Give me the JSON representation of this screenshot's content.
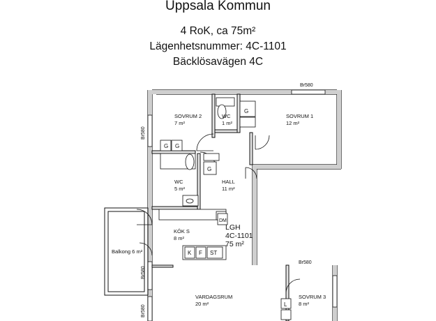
{
  "header": {
    "title": "Uppsala Kommun",
    "line1": "4 RoK, ca 75m²",
    "line2": "Lägenhetsnummer: 4C-1101",
    "line3": "Bäcklösavägen 4C"
  },
  "rooms": {
    "sovrum2_name": "SOVRUM 2",
    "sovrum2_area": "7 m²",
    "wc1_name": "WC",
    "wc1_area": "1 m²",
    "sovrum1_name": "SOVRUM 1",
    "sovrum1_area": "12 m²",
    "wc2_name": "WC",
    "wc2_area": "5 m²",
    "hall_name": "HALL",
    "hall_area": "11 m²",
    "kok_name": "KÖK S",
    "kok_area": "8 m²",
    "balkong": "Balkong 6 m²",
    "vardagsrum_name": "VARDAGSRUM",
    "vardagsrum_area": "20 m²",
    "sovrum3_name": "SOVRUM 3",
    "sovrum3_area": "8 m²"
  },
  "apartment": {
    "lgh": "LGH",
    "number": "4C-1101",
    "area": "75 m²"
  },
  "windows": {
    "top": "Br580",
    "left_upper": "Br580",
    "left_mid": "Br580",
    "left_lower": "Br580",
    "right_lower": "Br580"
  },
  "fixtures": {
    "g": "G",
    "dm": "DM",
    "k": "K",
    "f": "F",
    "st": "ST",
    "l": "L"
  }
}
